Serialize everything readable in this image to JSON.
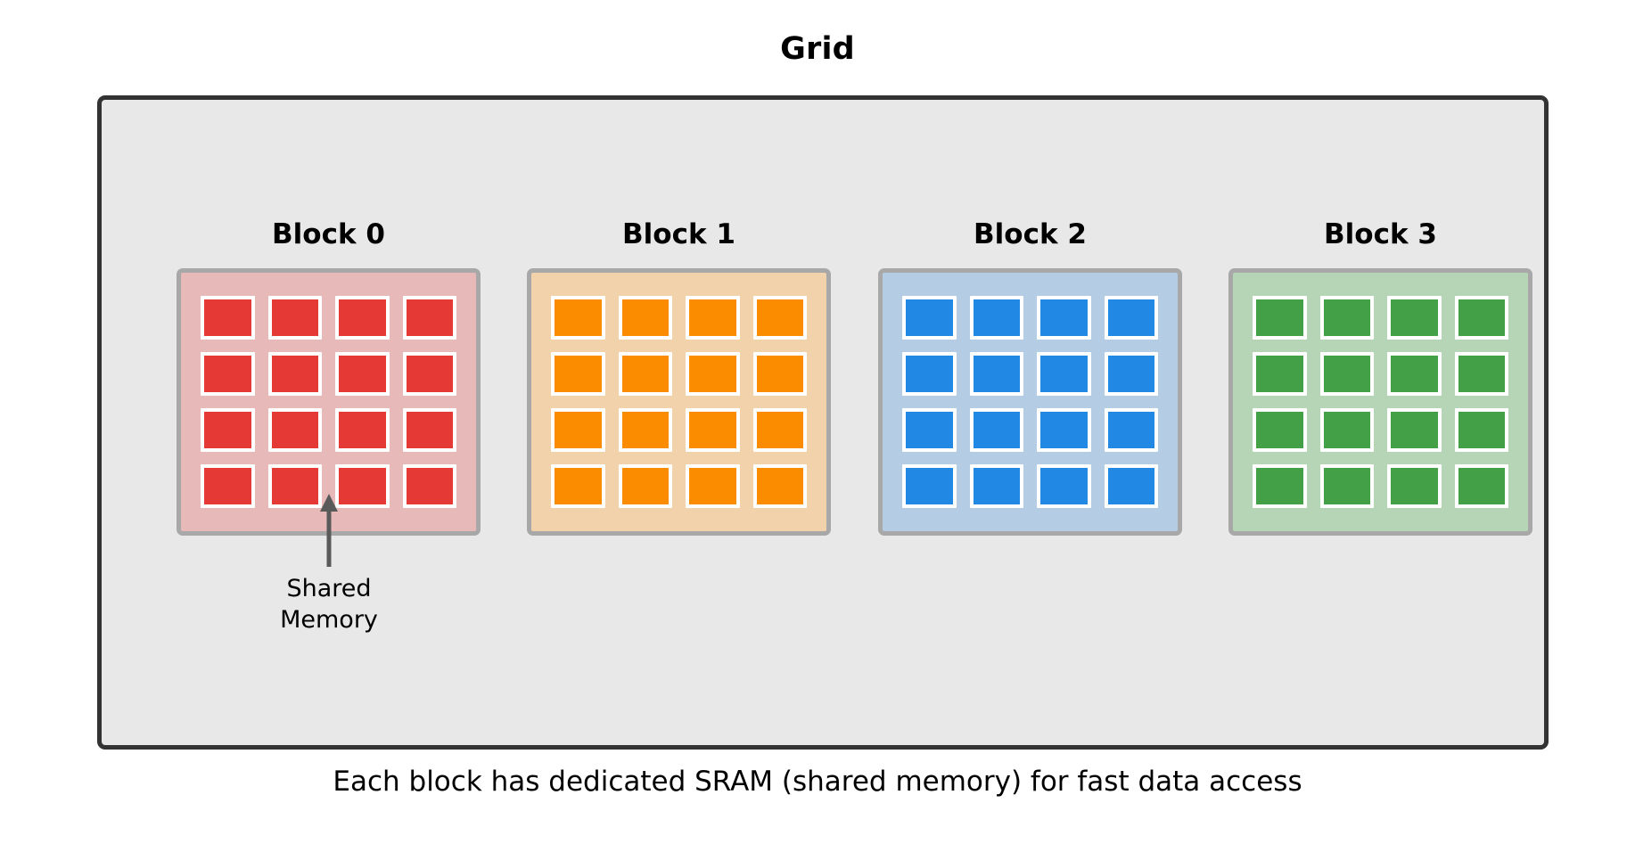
{
  "title": "Grid",
  "caption": "Each block has dedicated SRAM (shared memory) for fast data access",
  "annotation": {
    "label": "Shared\nMemory",
    "arrow_icon": "arrow-up-icon",
    "arrow_color": "#5a5a5a",
    "points_to": "Block 0 panel"
  },
  "grid": {
    "background": "#e8e8e8",
    "border_color": "#333333",
    "blocks": [
      {
        "label": "Block 0",
        "panel_background": "#e8b9b9",
        "panel_border": "#a8a8a8",
        "cell_color": "#e53935",
        "cell_border": "#ffffff",
        "rows": 4,
        "cols": 4,
        "cell_count": 16
      },
      {
        "label": "Block 1",
        "panel_background": "#f1d2aa",
        "panel_border": "#a8a8a8",
        "cell_color": "#fb8c00",
        "cell_border": "#ffffff",
        "rows": 4,
        "cols": 4,
        "cell_count": 16
      },
      {
        "label": "Block 2",
        "panel_background": "#b4cde4",
        "panel_border": "#a8a8a8",
        "cell_color": "#2189e4",
        "cell_border": "#ffffff",
        "rows": 4,
        "cols": 4,
        "cell_count": 16
      },
      {
        "label": "Block 3",
        "panel_background": "#b6d5b6",
        "panel_border": "#a8a8a8",
        "cell_color": "#43a047",
        "cell_border": "#ffffff",
        "rows": 4,
        "cols": 4,
        "cell_count": 16
      }
    ]
  }
}
